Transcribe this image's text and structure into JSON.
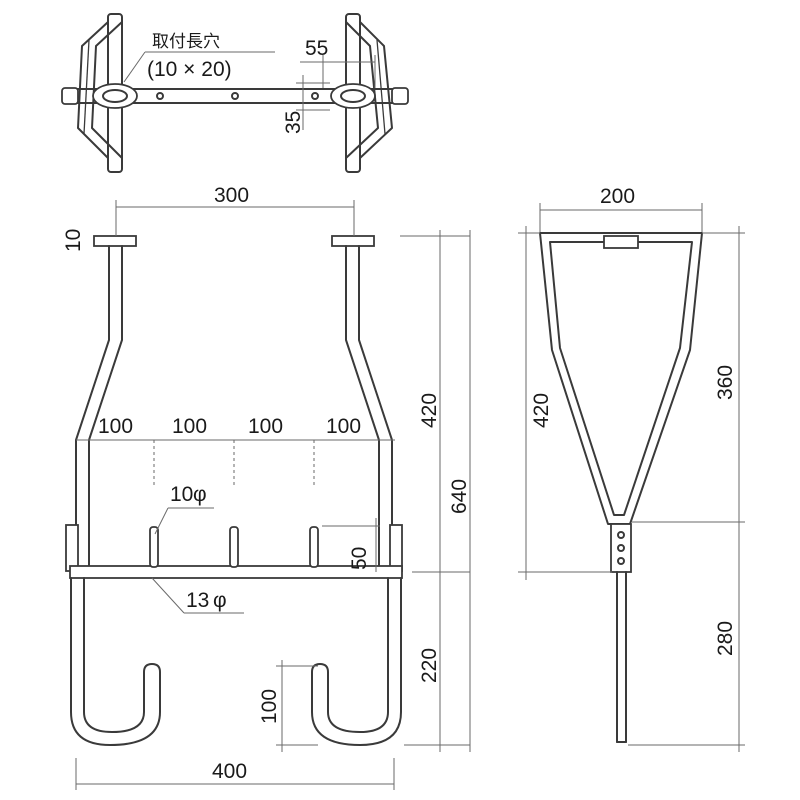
{
  "top_view": {
    "slot_note": "取付長穴",
    "slot_size": "(10 × 20)",
    "dim_hole_spacing": "55",
    "dim_offset": "35"
  },
  "front_view": {
    "dim_top_width": "300",
    "dim_plate_thickness": "10",
    "dim_spacings": [
      "100",
      "100",
      "100",
      "100"
    ],
    "dim_upper_height": "420",
    "dim_total_height": "640",
    "dim_lower_height": "220",
    "dim_pin_height": "50",
    "dim_hook_depth": "100",
    "dim_bottom_width": "400",
    "pin_diameter": "10",
    "bar_diameter": "13",
    "phi_symbol": "φ"
  },
  "side_view": {
    "dim_top_width": "200",
    "dim_upper_height": "420",
    "dim_frame_height": "360",
    "dim_stem_height": "280"
  }
}
